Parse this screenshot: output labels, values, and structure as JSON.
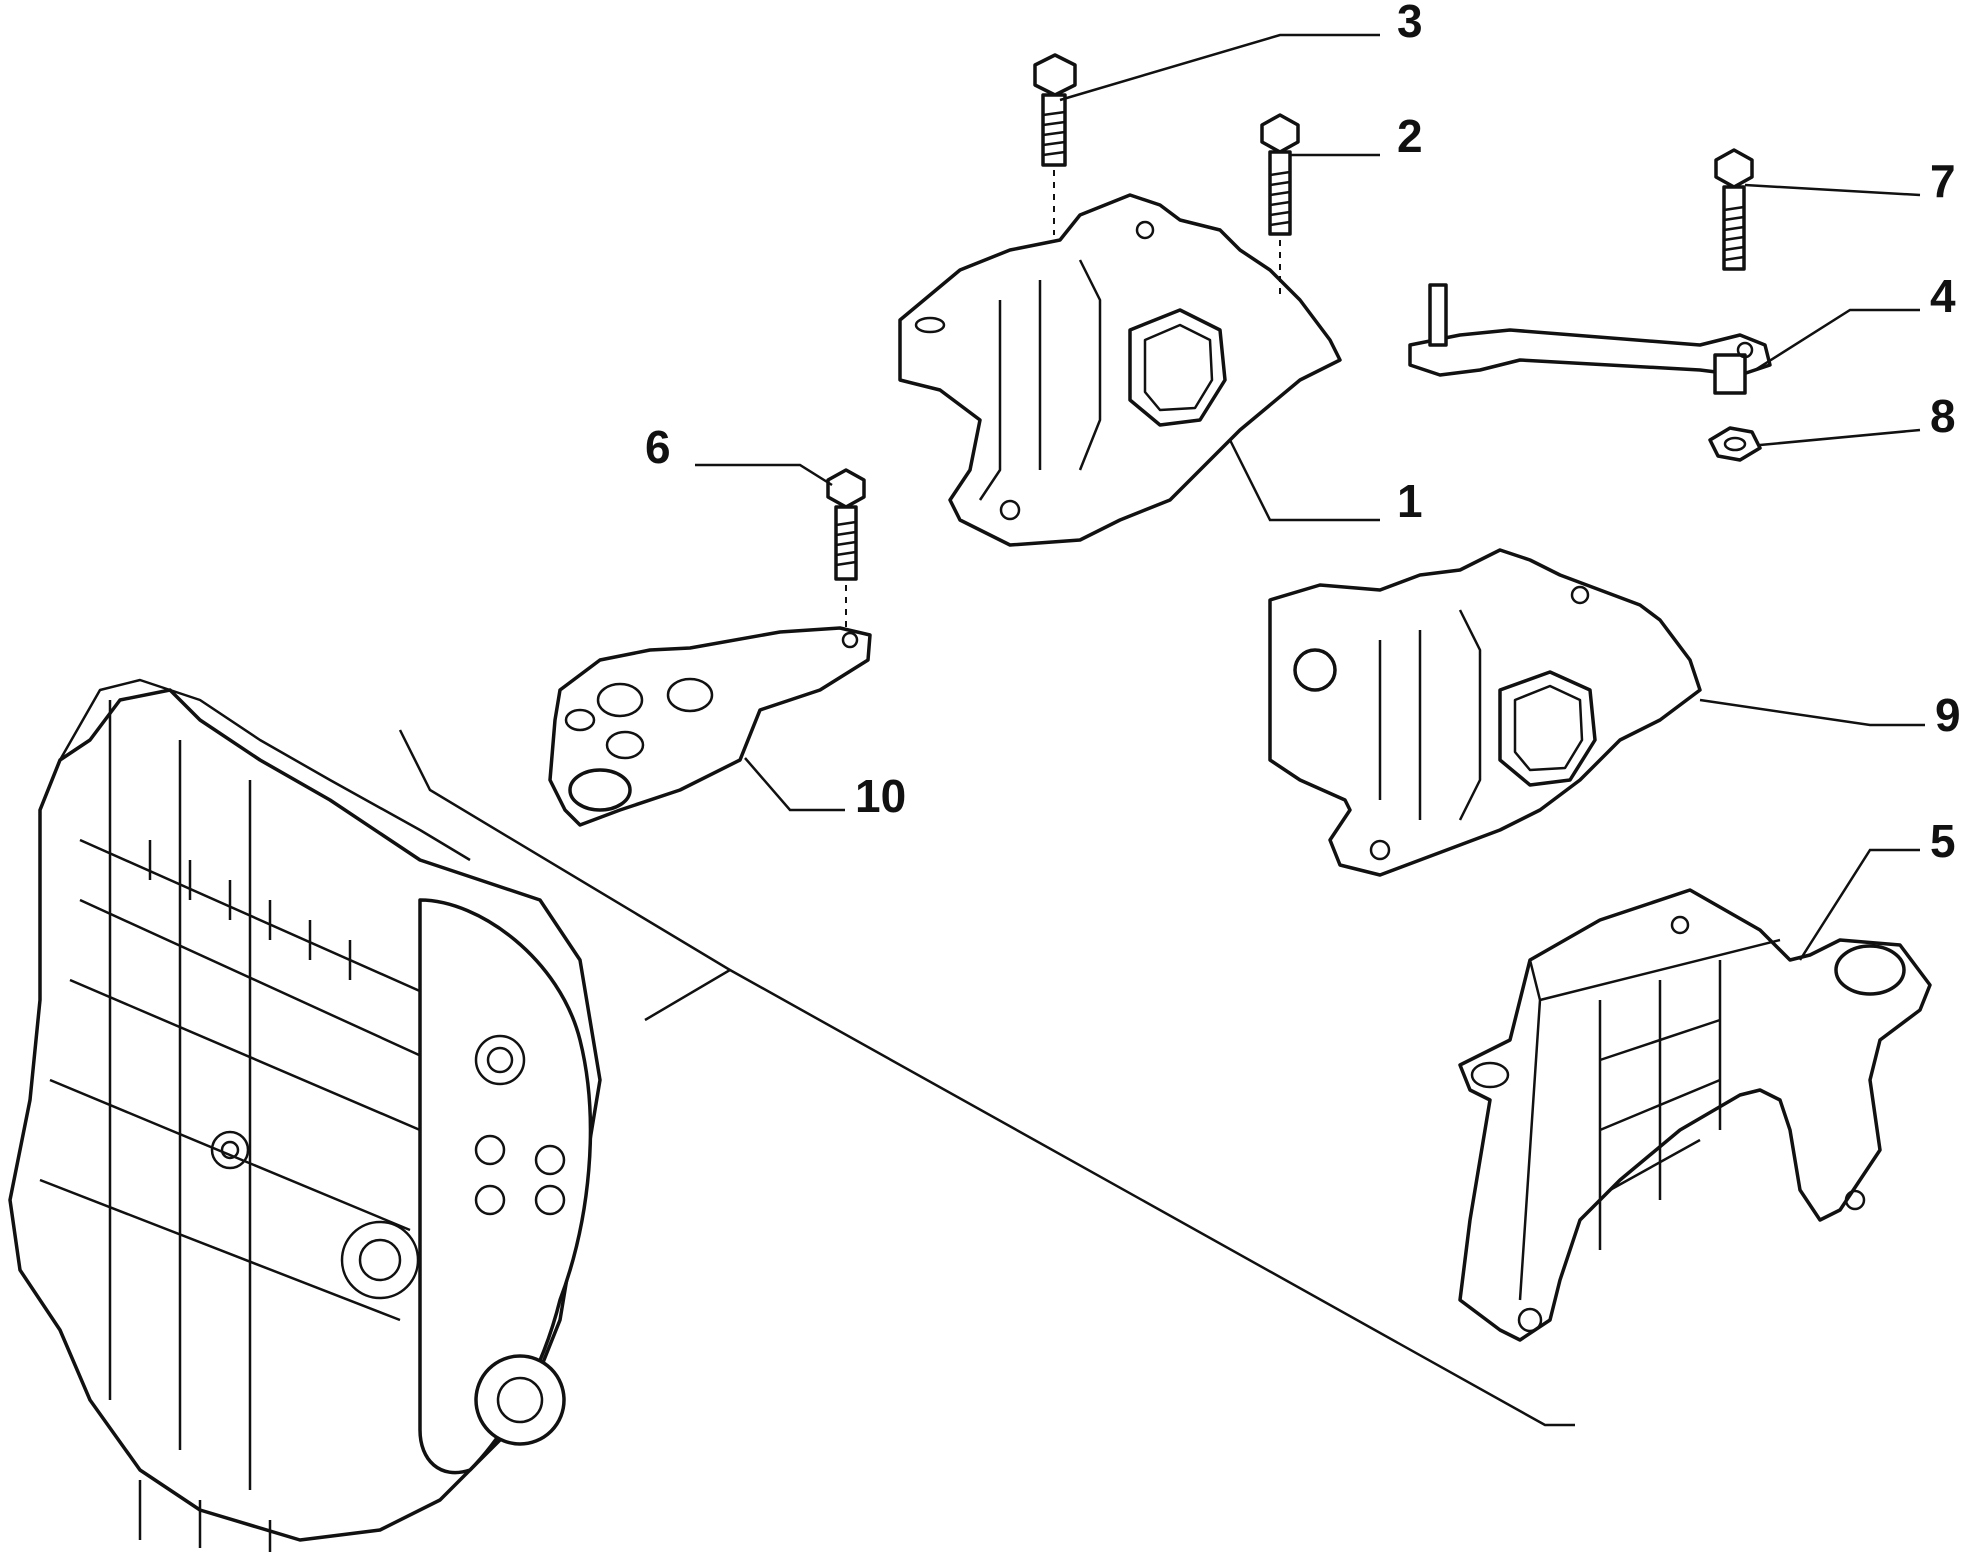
{
  "colors": {
    "background": "#ffffff",
    "ink": "#111111"
  },
  "callouts": [
    {
      "id": "1",
      "label": "1",
      "part": "engine mount (left)"
    },
    {
      "id": "2",
      "label": "2",
      "part": "bolt"
    },
    {
      "id": "3",
      "label": "3",
      "part": "bolt"
    },
    {
      "id": "4",
      "label": "4",
      "part": "reaction link"
    },
    {
      "id": "5",
      "label": "5",
      "part": "bracket"
    },
    {
      "id": "6",
      "label": "6",
      "part": "bolt"
    },
    {
      "id": "7",
      "label": "7",
      "part": "bolt"
    },
    {
      "id": "8",
      "label": "8",
      "part": "nut"
    },
    {
      "id": "9",
      "label": "9",
      "part": "engine mount"
    },
    {
      "id": "10",
      "label": "10",
      "part": "support"
    }
  ]
}
